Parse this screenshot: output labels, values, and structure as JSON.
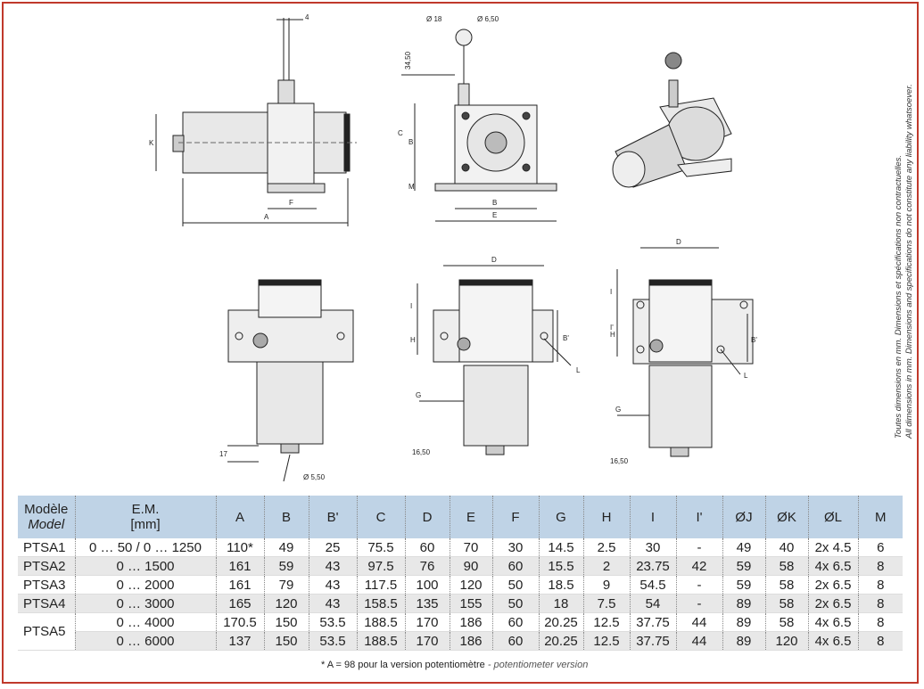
{
  "side_notes": [
    "Toutes dimensions en mm. Dimensions et spécifications non contractuelles.",
    "All dimensions in mm. Dimensions and specifications do not constitute any liability whatsoever."
  ],
  "drawing_labels": {
    "top_4": "4",
    "top_A": "A",
    "top_F": "F",
    "top_K": "K",
    "front_d18": "Ø 18",
    "front_d650": "Ø 6,50",
    "front_3450": "34,50",
    "front_C": "C",
    "front_B": "B",
    "front_M": "M",
    "front_Bb": "B",
    "front_E": "E",
    "mid_D": "D",
    "mid_I": "I",
    "mid_H": "H",
    "mid_Bp": "B'",
    "mid_G": "G",
    "mid_L": "L",
    "mid_1650": "16,50",
    "right_D": "D",
    "right_I": "I",
    "right_Ip": "I'",
    "right_H": "H",
    "right_Bp": "B'",
    "right_G": "G",
    "right_L": "L",
    "right_1650": "16,50",
    "left_17": "17",
    "left_d550": "Ø 5,50"
  },
  "table": {
    "header_model_fr": "Modèle",
    "header_model_en": "Model",
    "header_em": "E.M.",
    "header_em_unit": "[mm]",
    "columns": [
      "A",
      "B",
      "B'",
      "C",
      "D",
      "E",
      "F",
      "G",
      "H",
      "I",
      "I'",
      "ØJ",
      "ØK",
      "ØL",
      "M"
    ],
    "rows": [
      {
        "model": "PTSA1",
        "em": "0 … 50 / 0 … 1250",
        "values": [
          "110*",
          "49",
          "25",
          "75.5",
          "60",
          "70",
          "30",
          "14.5",
          "2.5",
          "30",
          "-",
          "49",
          "40",
          "2x 4.5",
          "6"
        ]
      },
      {
        "model": "PTSA2",
        "em": "0 … 1500",
        "values": [
          "161",
          "59",
          "43",
          "97.5",
          "76",
          "90",
          "60",
          "15.5",
          "2",
          "23.75",
          "42",
          "59",
          "58",
          "4x 6.5",
          "8"
        ]
      },
      {
        "model": "PTSA3",
        "em": "0 … 2000",
        "values": [
          "161",
          "79",
          "43",
          "117.5",
          "100",
          "120",
          "50",
          "18.5",
          "9",
          "54.5",
          "-",
          "59",
          "58",
          "2x 6.5",
          "8"
        ]
      },
      {
        "model": "PTSA4",
        "em": "0 … 3000",
        "values": [
          "165",
          "120",
          "43",
          "158.5",
          "135",
          "155",
          "50",
          "18",
          "7.5",
          "54",
          "-",
          "89",
          "58",
          "2x 6.5",
          "8"
        ]
      },
      {
        "model": "PTSA5",
        "em": "0 … 4000",
        "values": [
          "170.5",
          "150",
          "53.5",
          "188.5",
          "170",
          "186",
          "60",
          "20.25",
          "12.5",
          "37.75",
          "44",
          "89",
          "58",
          "4x 6.5",
          "8"
        ]
      },
      {
        "model": "",
        "em": "0 … 6000",
        "values": [
          "137",
          "150",
          "53.5",
          "188.5",
          "170",
          "186",
          "60",
          "20.25",
          "12.5",
          "37.75",
          "44",
          "89",
          "120",
          "4x 6.5",
          "8"
        ]
      }
    ],
    "footnote_fr": "* A = 98 pour la version potentiomètre",
    "footnote_sep": " - ",
    "footnote_en": "potentiometer version"
  }
}
